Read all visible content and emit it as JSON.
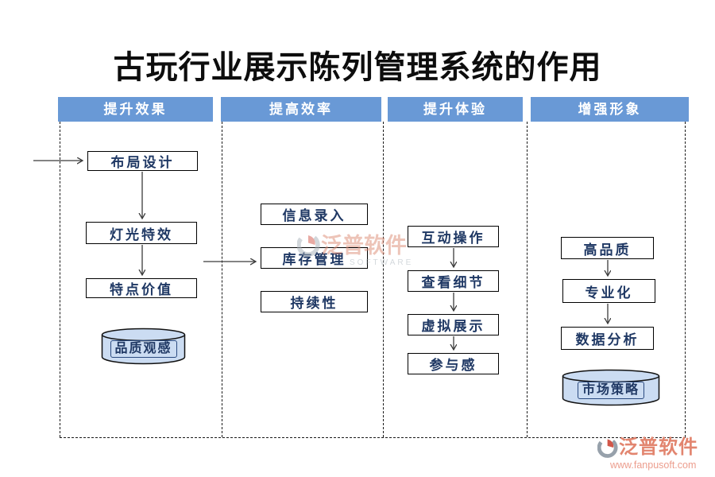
{
  "title": "古玩行业展示陈列管理系统的作用",
  "colors": {
    "header_bg": "#6999D6",
    "header_text": "#FFFFFF",
    "node_text": "#1F3864",
    "cylinder_fill": "#CBDCF2",
    "brand_red": "#E2856F"
  },
  "lanes": [
    {
      "header": "提升效果",
      "nodes": [
        {
          "label": "布局设计",
          "shape": "rect"
        },
        {
          "label": "灯光特效",
          "shape": "rect"
        },
        {
          "label": "特点价值",
          "shape": "rect"
        },
        {
          "label": "品质观感",
          "shape": "cylinder"
        }
      ]
    },
    {
      "header": "提高效率",
      "nodes": [
        {
          "label": "信息录入",
          "shape": "rect"
        },
        {
          "label": "库存管理",
          "shape": "rect"
        },
        {
          "label": "持续性",
          "shape": "rect"
        }
      ]
    },
    {
      "header": "提升体验",
      "nodes": [
        {
          "label": "互动操作",
          "shape": "rect"
        },
        {
          "label": "查看细节",
          "shape": "rect"
        },
        {
          "label": "虚拟展示",
          "shape": "rect"
        },
        {
          "label": "参与感",
          "shape": "rect"
        }
      ]
    },
    {
      "header": "增强形象",
      "nodes": [
        {
          "label": "高品质",
          "shape": "rect"
        },
        {
          "label": "专业化",
          "shape": "rect"
        },
        {
          "label": "数据分析",
          "shape": "rect"
        },
        {
          "label": "市场策略",
          "shape": "cylinder"
        }
      ]
    }
  ],
  "watermark": {
    "brand": "泛普软件",
    "sub": "SOFTWARE"
  },
  "footer": {
    "brand": "泛普软件",
    "url": "www.fanpusoft.com"
  }
}
